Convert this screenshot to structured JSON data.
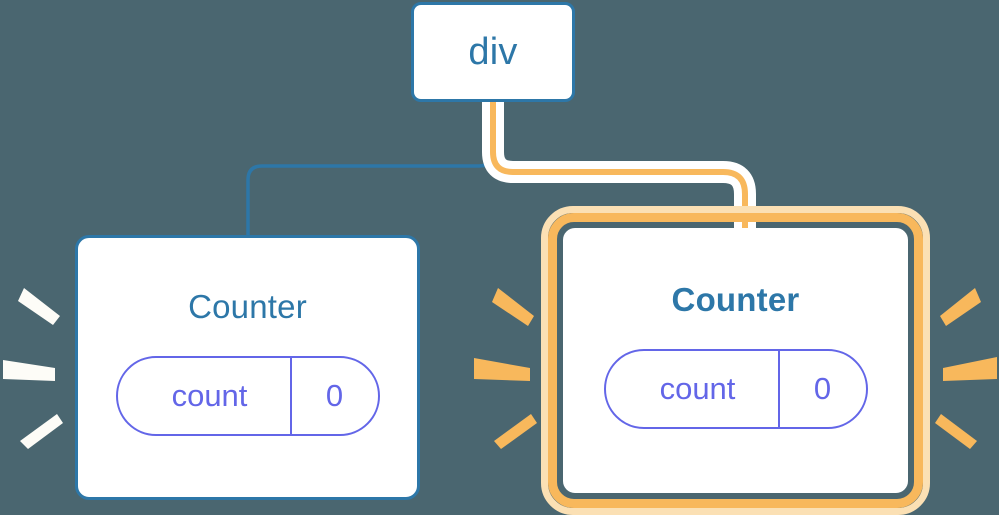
{
  "diagram": {
    "type": "component-tree",
    "background_color": "#4a6670",
    "description": "React component tree: a div parent rendering two Counter children; the right Counter is highlighted as re-rendering."
  },
  "colors": {
    "background": "#4a6670",
    "node_border_blue": "#2d77a8",
    "node_fill": "#ffffff",
    "text_blue": "#2d77a8",
    "state_purple": "#6366e8",
    "highlight_orange": "#f8b85c",
    "highlight_orange_glow": "#fbe0b4",
    "wire_blue": "#2d77a8",
    "wire_orange": "#f8b85c",
    "wire_halo": "#ffffff",
    "spark_white": "#fdfcf7"
  },
  "root": {
    "label": "div",
    "bold": false
  },
  "children": [
    {
      "id": "counter-left",
      "label": "Counter",
      "bold": false,
      "highlighted": false,
      "edge_color": "#2d77a8",
      "spark_color": "#fdfcf7",
      "state": {
        "key": "count",
        "value": "0"
      }
    },
    {
      "id": "counter-right",
      "label": "Counter",
      "bold": true,
      "highlighted": true,
      "edge_color": "#f8b85c",
      "spark_color": "#f8b85c",
      "state": {
        "key": "count",
        "value": "0"
      }
    }
  ]
}
